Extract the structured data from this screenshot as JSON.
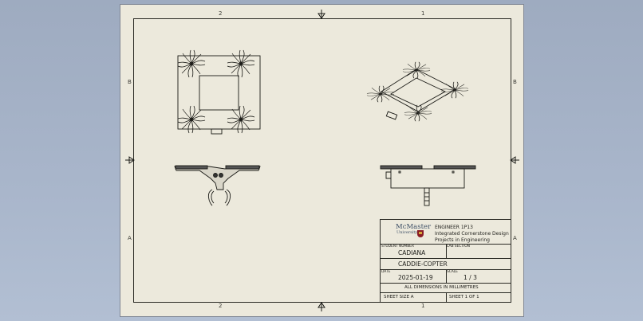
{
  "sheet": {
    "background_color": "#ece9dc",
    "desktop_color": "#a9b6cb",
    "line_color": "#2a2a24",
    "zones": {
      "top": [
        "2",
        "1"
      ],
      "bottom": [
        "2",
        "1"
      ],
      "left": [
        "B",
        "A"
      ],
      "right": [
        "B",
        "A"
      ]
    },
    "centering_marks": [
      "top-center-arrow",
      "bottom-center-arrow",
      "left-center-arrow",
      "right-center-arrow"
    ]
  },
  "views": [
    {
      "name": "top-view",
      "description": "Quadcopter frame top view with four propellers"
    },
    {
      "name": "front-view",
      "description": "Front view with gripper claw"
    },
    {
      "name": "isometric-view",
      "description": "Isometric view of frame with four propellers"
    },
    {
      "name": "side-view",
      "description": "Side view with mounting post"
    }
  ],
  "title_block": {
    "university_name": "McMaster",
    "university_sub": "University",
    "course_line1": "ENGINEER 1P13",
    "course_line2": "Integrated Cornerstone Design",
    "course_line3": "Projects in Engineering",
    "student_number_label": "STUDENT NUMBER",
    "student_number_value": "CADIANA",
    "lab_section_label": "LAB SECTION",
    "lab_section_value": "",
    "title_value": "CADDIE-COPTER",
    "date_label": "DATE",
    "date_value": "2025-01-19",
    "scale_label": "SCALE",
    "scale_value": "1 / 3",
    "units_note": "ALL DIMENSIONS IN MILLIMETRES",
    "sheet_size": "SHEET SIZE A",
    "sheet_count": "SHEET 1 OF 1"
  }
}
